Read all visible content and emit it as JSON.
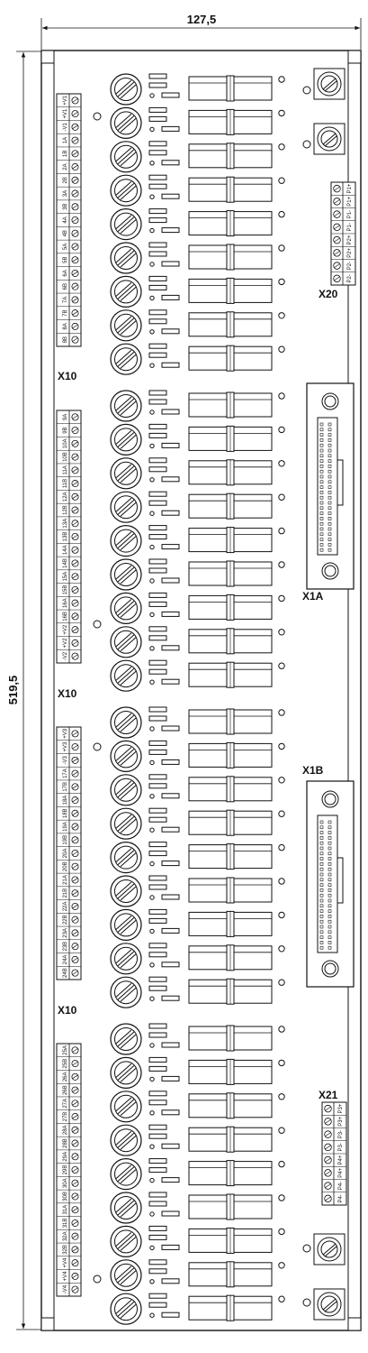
{
  "dimensions": {
    "width": "127,5",
    "height": "519,5"
  },
  "labels": {
    "x10_1": "X10",
    "x10_2": "X10",
    "x10_3": "X10",
    "x20": "X20",
    "x1a": "X1A",
    "x1b": "X1B",
    "x21": "X21"
  },
  "terminal_strips": {
    "strip1": [
      "+V1",
      "+V1",
      "-V1",
      "1A",
      "1B",
      "2A",
      "2B",
      "3A",
      "3B",
      "4A",
      "4B",
      "5A",
      "5B",
      "6A",
      "6B",
      "7A",
      "7B",
      "8A",
      "8B"
    ],
    "strip2": [
      "9A",
      "9B",
      "10A",
      "10B",
      "11A",
      "11B",
      "12A",
      "12B",
      "13A",
      "13B",
      "14A",
      "14B",
      "15A",
      "15B",
      "16A",
      "16B",
      "+V2",
      "+V2",
      "-V2"
    ],
    "strip3": [
      "+V3",
      "+V3",
      "-V3",
      "17A",
      "17B",
      "18A",
      "18B",
      "19A",
      "19B",
      "20A",
      "20B",
      "21A",
      "21B",
      "22A",
      "22B",
      "23A",
      "23B",
      "24A",
      "24B"
    ],
    "strip4": [
      "25A",
      "25B",
      "26A",
      "26B",
      "27A",
      "27B",
      "28A",
      "28B",
      "29A",
      "29B",
      "30A",
      "30B",
      "31A",
      "31B",
      "32A",
      "32B",
      "+V4",
      "+V4",
      "-V4"
    ],
    "x20": [
      "P1+",
      "P1+",
      "P1-",
      "P1-",
      "P2+",
      "P2+",
      "P2-",
      "P2-"
    ],
    "x21": [
      "P3+",
      "P3+",
      "P3-",
      "P3-",
      "P4+",
      "P4+",
      "P4-",
      "P4-"
    ]
  }
}
